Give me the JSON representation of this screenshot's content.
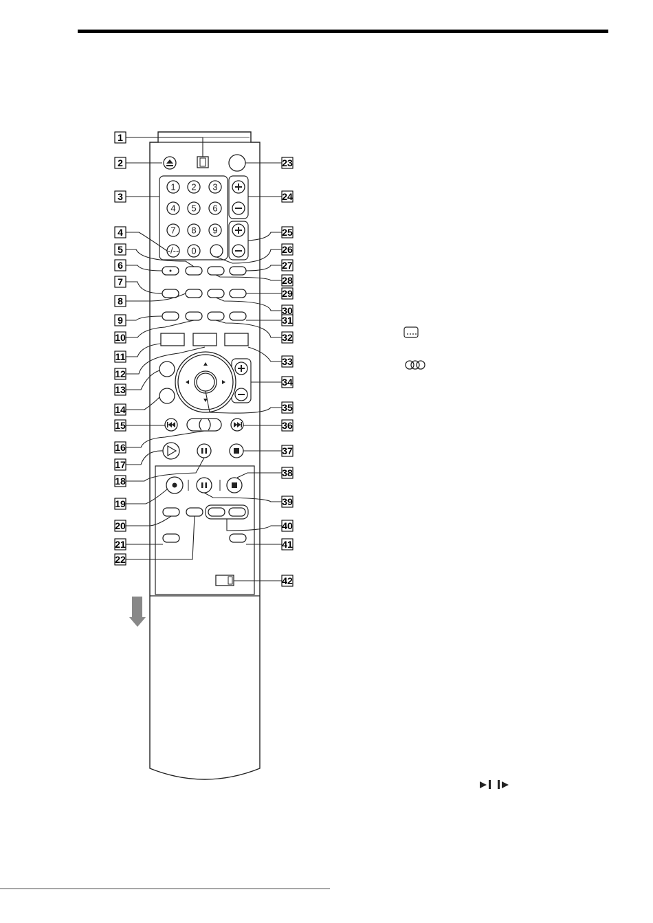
{
  "callouts_left": [
    "1",
    "2",
    "3",
    "4",
    "5",
    "6",
    "7",
    "8",
    "9",
    "10",
    "11",
    "12",
    "13",
    "14",
    "15",
    "16",
    "17",
    "18",
    "19",
    "20",
    "21",
    "22"
  ],
  "callouts_right": [
    "23",
    "24",
    "25",
    "26",
    "27",
    "28",
    "29",
    "30",
    "31",
    "32",
    "33",
    "34",
    "35",
    "36",
    "37",
    "38",
    "39",
    "40",
    "41",
    "42"
  ],
  "keypad_digits": [
    "1",
    "2",
    "3",
    "4",
    "5",
    "6",
    "7",
    "8",
    "9",
    "0"
  ],
  "keypad_dash": "-/--",
  "icons": {
    "eject": "eject-icon",
    "subtitle": "subtitle-icon",
    "audio": "audio-icon",
    "frame_step": "frame-step-icon"
  }
}
